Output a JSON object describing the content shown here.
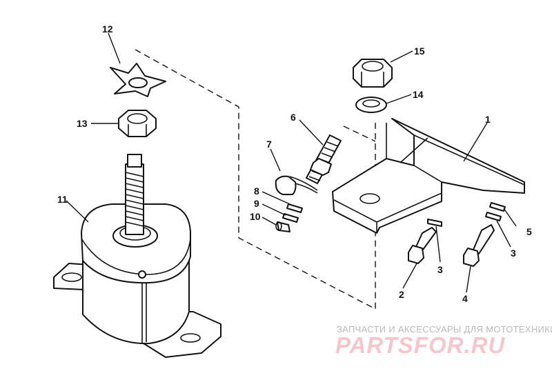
{
  "colors": {
    "ink": "#111111",
    "paper": "#ffffff",
    "watermark_text": "#b9b9b9",
    "watermark_logo": "#f3c7cc"
  },
  "callouts": {
    "c1": "1",
    "c2": "2",
    "c3a": "3",
    "c3b": "3",
    "c4": "4",
    "c5": "5",
    "c6": "6",
    "c7": "7",
    "c8": "8",
    "c9": "9",
    "c10": "10",
    "c11": "11",
    "c12": "12",
    "c13": "13",
    "c14": "14",
    "c15": "15"
  },
  "parts": [
    "bracket",
    "bolt",
    "pin",
    "bolt",
    "pin",
    "stud",
    "spring",
    "sleeve",
    "pin",
    "pin",
    "mount",
    "lock-washer-tab",
    "nut",
    "lock-washer",
    "nut"
  ],
  "watermark": {
    "caption": "ЗАПЧАСТИ И АКСЕССУАРЫ ДЛЯ МОТОТЕХНИКИ",
    "logo": "PARTSFOR.RU"
  }
}
